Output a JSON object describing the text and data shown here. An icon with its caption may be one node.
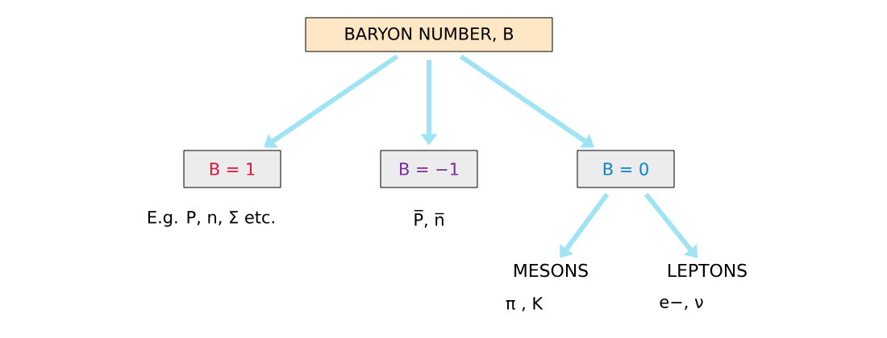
{
  "diagram": {
    "nodes": [
      {
        "text": [
          "BARYON NUMBER, B"
        ]
      },
      {
        "text": [
          "B = 1"
        ],
        "beside": [
          "E.g.  P, n, Σ  etc."
        ]
      },
      {
        "text": [
          "B = −1"
        ],
        "beside": [
          "P̅, n̅"
        ]
      },
      {
        "text": [
          "B = 0"
        ]
      },
      {
        "text": [
          "MESONS"
        ],
        "beside": [
          "π , K"
        ]
      },
      {
        "text": [
          "LEPTONS"
        ],
        "beside": [
          "e−, ν"
        ]
      }
    ],
    "edges": [
      {
        "from": 0,
        "to": 1,
        "arrow": "to"
      },
      {
        "from": 0,
        "to": 2,
        "arrow": "to"
      },
      {
        "from": 0,
        "to": 3,
        "arrow": "to"
      },
      {
        "from": 3,
        "to": 4,
        "arrow": "to"
      },
      {
        "from": 3,
        "to": 5,
        "arrow": "to"
      }
    ]
  }
}
